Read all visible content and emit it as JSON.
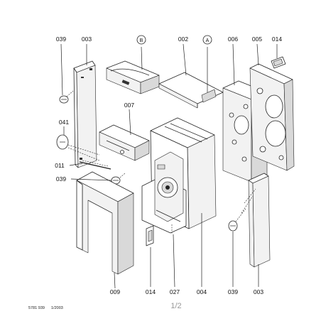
{
  "callouts": {
    "c039_top": "039",
    "c003_top": "003",
    "cB": "B",
    "c002": "002",
    "cA": "A",
    "c006": "006",
    "c005": "005",
    "c014_top": "014",
    "c007": "007",
    "c041": "041",
    "c011": "011",
    "c039_mid": "039",
    "c009": "009",
    "c014_bot": "014",
    "c027": "027",
    "c004": "004",
    "c039_bot": "039",
    "c003_bot": "003"
  },
  "footer": {
    "doc_number": "5781 939",
    "date": "1/2003",
    "page": "1/2"
  }
}
